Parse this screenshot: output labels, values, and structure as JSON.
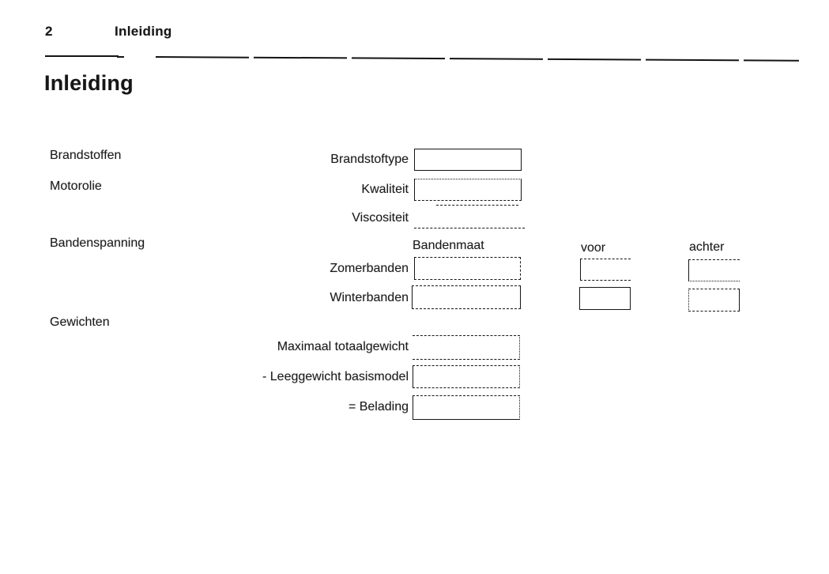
{
  "page": {
    "number": "2",
    "chapter_header": "Inleiding",
    "title": "Inleiding"
  },
  "sections": {
    "fuel": "Brandstoffen",
    "oil": "Motorolie",
    "tire_pressure": "Bandenspanning",
    "weights": "Gewichten"
  },
  "form": {
    "fuel_type_label": "Brandstoftype",
    "quality_label": "Kwaliteit",
    "viscosity_label": "Viscositeit",
    "tire_size_header": "Bandenmaat",
    "front_header": "voor",
    "rear_header": "achter",
    "summer_tires_label": "Zomerbanden",
    "winter_tires_label": "Winterbanden",
    "max_total_weight_label": "Maximaal totaalgewicht",
    "empty_weight_label": "- Leeggewicht basismodel",
    "load_label": "= Belading",
    "field_values": {
      "fuel_type": "",
      "quality": "",
      "viscosity": "",
      "summer_tire_size": "",
      "summer_front": "",
      "summer_rear": "",
      "winter_tire_size": "",
      "winter_front": "",
      "winter_rear": "",
      "max_total_weight": "",
      "empty_weight": "",
      "load": ""
    }
  },
  "colors": {
    "ink": "#161616",
    "paper": "#ffffff"
  }
}
